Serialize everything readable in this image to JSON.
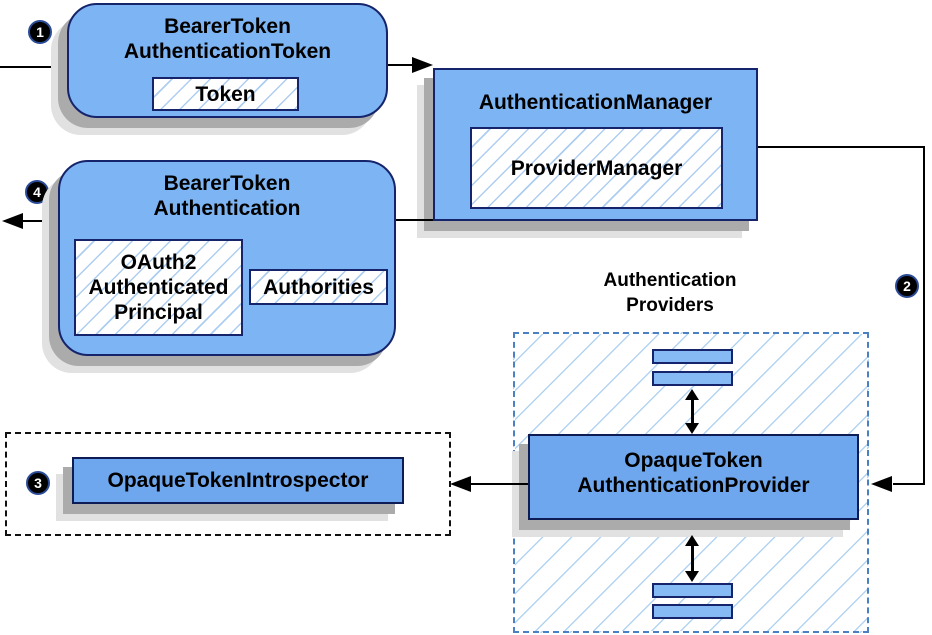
{
  "badges": {
    "step1": "1",
    "step2": "2",
    "step3": "3",
    "step4": "4"
  },
  "bearer_token_authentication_token": {
    "title_line1": "BearerToken",
    "title_line2": "AuthenticationToken",
    "token_label": "Token"
  },
  "authentication_manager": {
    "title": "AuthenticationManager",
    "provider_manager_label": "ProviderManager"
  },
  "bearer_token_authentication": {
    "title_line1": "BearerToken",
    "title_line2": "Authentication",
    "principal_line1": "OAuth2",
    "principal_line2": "Authenticated",
    "principal_line3": "Principal",
    "authorities_label": "Authorities"
  },
  "opaque_token_introspector": {
    "label": "OpaqueTokenIntrospector"
  },
  "authentication_providers": {
    "label_line1": "Authentication",
    "label_line2": "Providers",
    "provider_line1": "OpaqueToken",
    "provider_line2": "AuthenticationProvider"
  },
  "colors": {
    "box_fill": "#7db4f3",
    "solid_box_fill": "#6fa7ee",
    "stub_fill": "#85baf4",
    "border_navy": "#16246b",
    "hatch_line": "#adcdf1",
    "providers_dashed_border": "#4b80c2",
    "introspector_dashed_border": "#111111",
    "shadow_dark": "#ababab",
    "shadow_light": "#e1e1e1",
    "line_color": "#000000",
    "badge_bg": "#000000",
    "badge_text": "#ffffff"
  }
}
